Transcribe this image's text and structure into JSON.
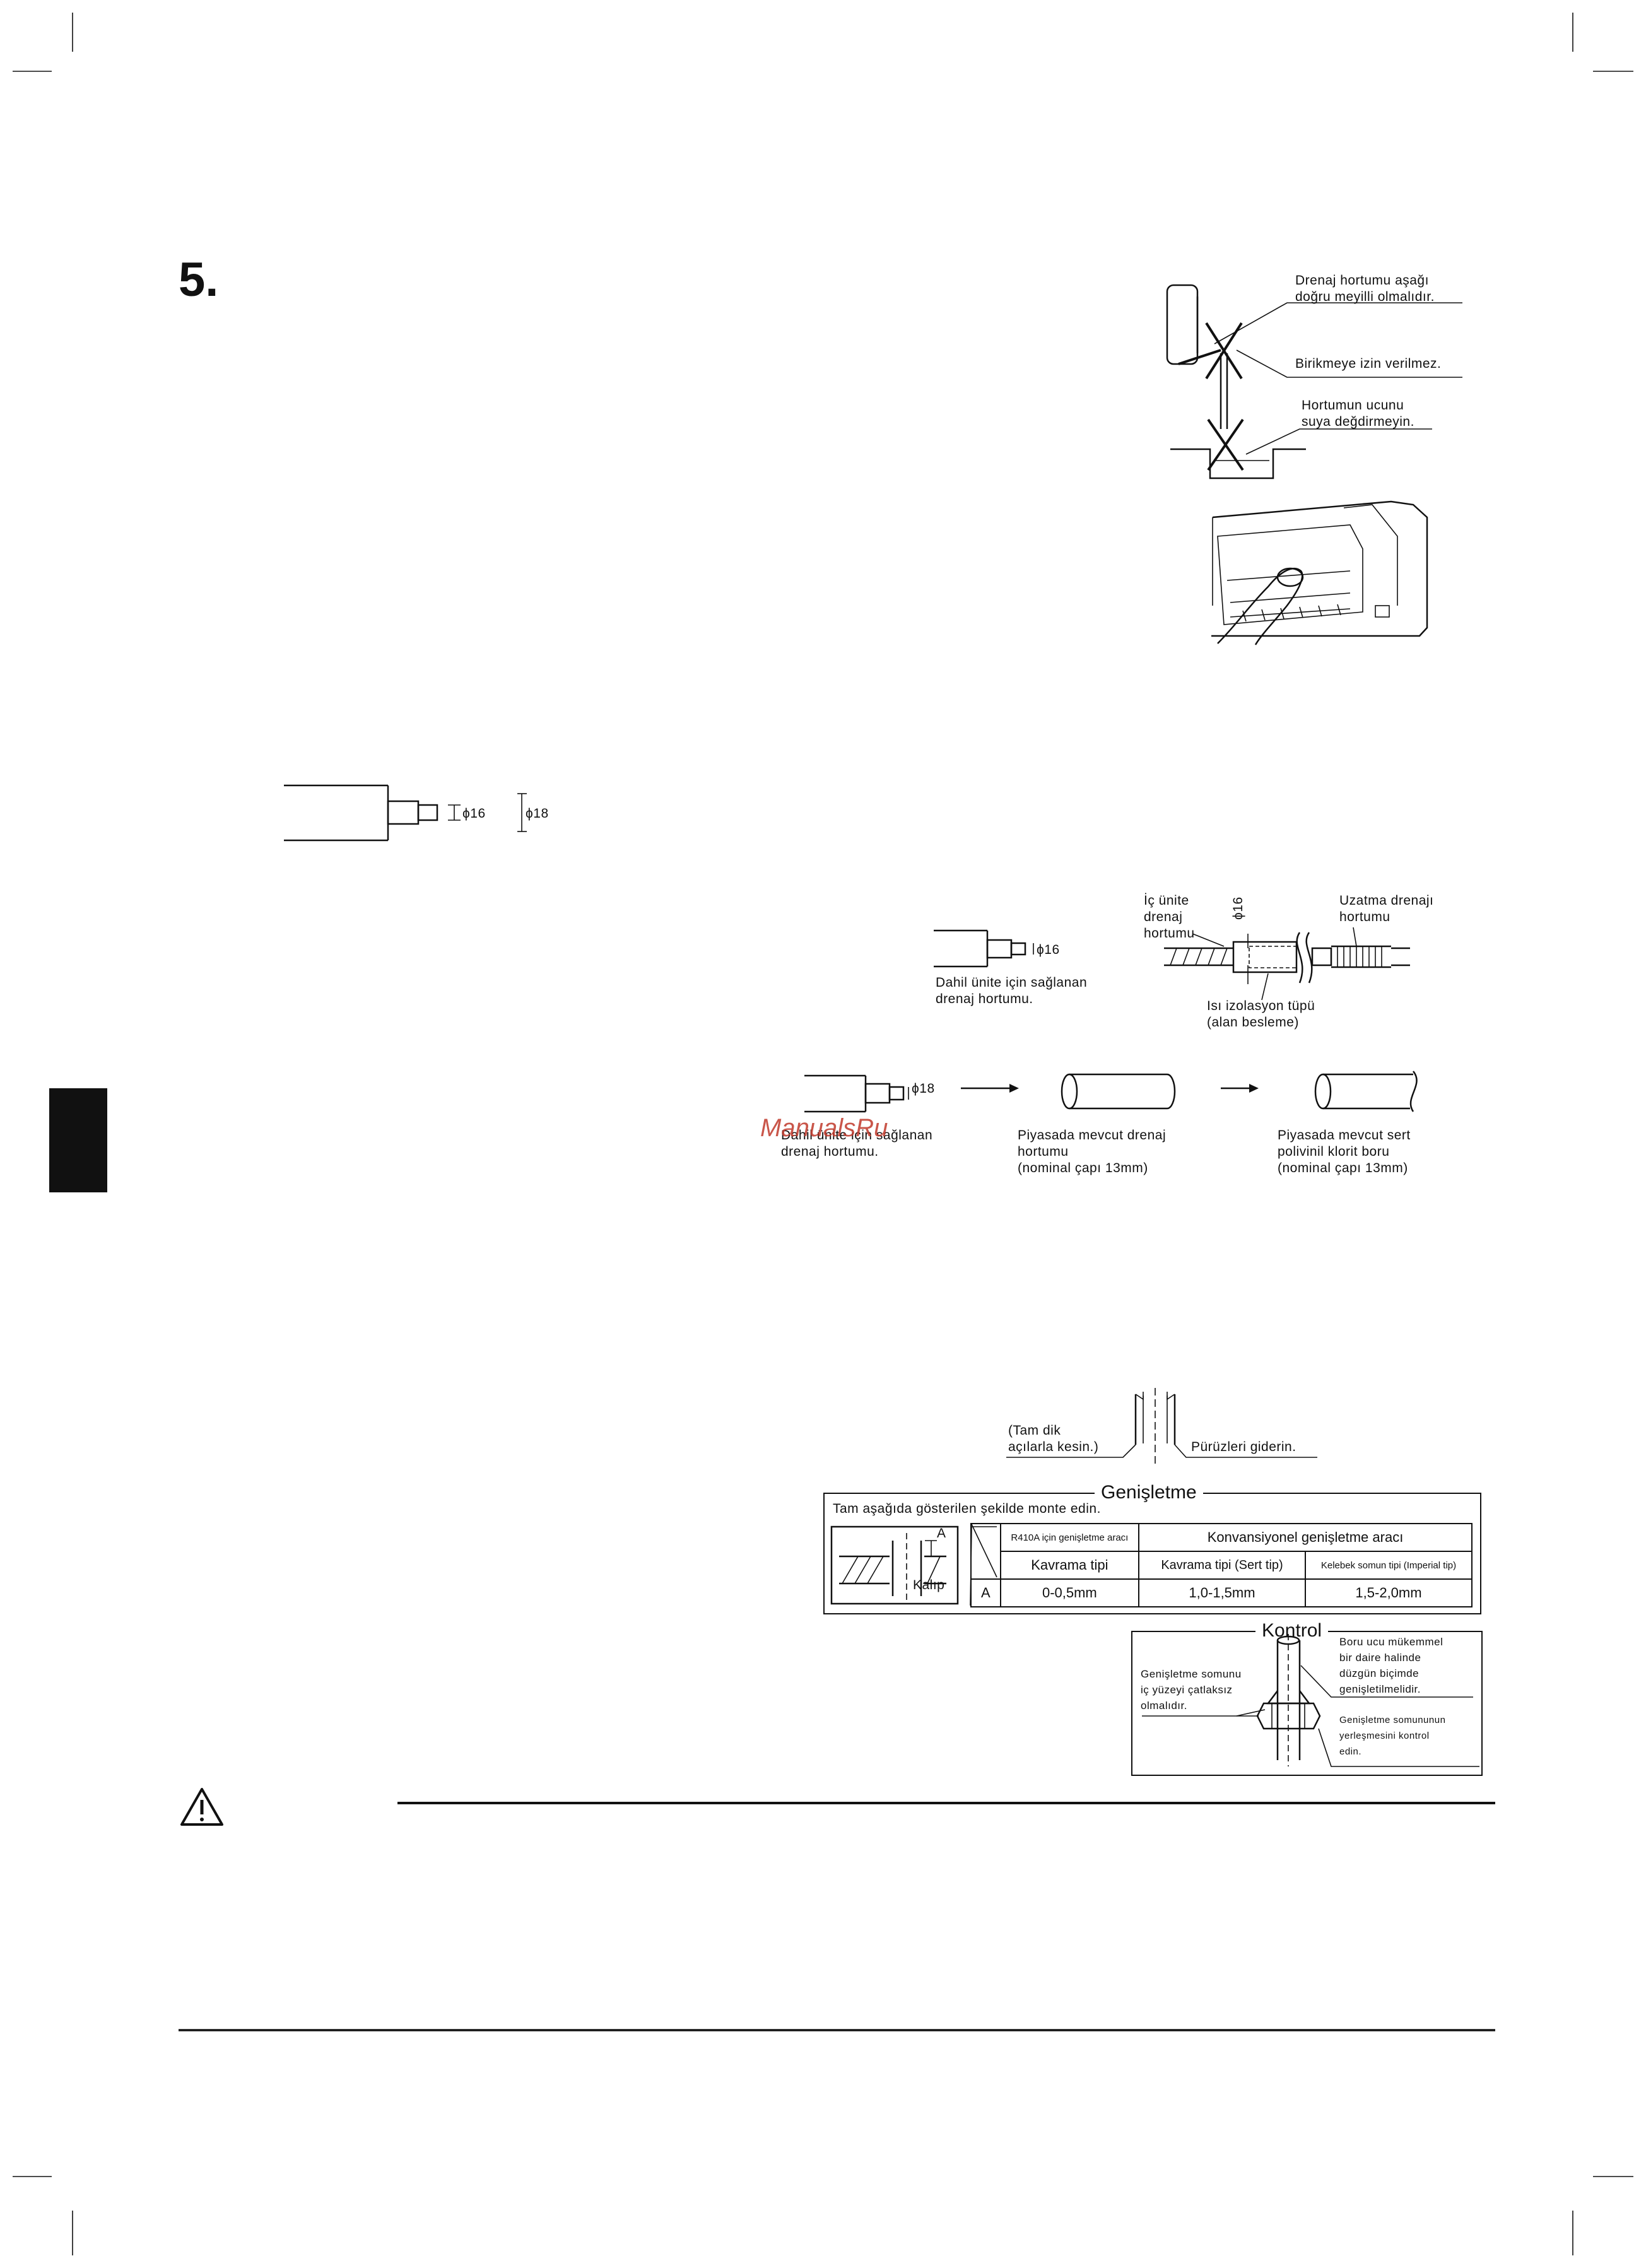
{
  "section_number": "5.",
  "watermark": "ManualsRu",
  "drain_figure": {
    "slope_note_1": "Drenaj hortumu aşağı",
    "slope_note_2": "doğru meyilli olmalıdır.",
    "no_trap_note": "Birikmeye izin verilmez.",
    "water_note_1": "Hortumun ucunu",
    "water_note_2": "suya değdirmeyin."
  },
  "hose_dims": {
    "d16": "ϕ16",
    "d18": "ϕ18"
  },
  "extension_figure": {
    "indoor_1": "İç ünite",
    "indoor_2": "drenaj",
    "indoor_3": "hortumu",
    "d16": "ϕ16",
    "extension_1": "Uzatma drenajı",
    "extension_2": "hortumu",
    "insulation_1": "Isı izolasyon tüpü",
    "insulation_2": "(alan besleme)",
    "supplied_1": "Dahil ünite için sağlanan",
    "supplied_2": "drenaj hortumu.",
    "supplied_d16": "ϕ16"
  },
  "conversion_figure": {
    "d18": "ϕ18",
    "supplied_1": "Dahil ünite için sağlanan",
    "supplied_2": "drenaj hortumu.",
    "commercial_hose_1": "Piyasada mevcut drenaj",
    "commercial_hose_2": "hortumu",
    "commercial_hose_3": "(nominal çapı 13mm)",
    "pvc_1": "Piyasada mevcut sert",
    "pvc_2": "polivinil klorit boru",
    "pvc_3": "(nominal çapı 13mm)"
  },
  "cut_figure": {
    "cut_1": "(Tam dik",
    "cut_2": "açılarla kesin.)",
    "deburr": "Pürüzleri giderin."
  },
  "flare_box": {
    "title": "Genişletme",
    "instruction": "Tam aşağıda gösterilen şekilde monte edin.",
    "label_a": "A",
    "label_die": "Kalıp",
    "table": {
      "col_r410a": "R410A için genişletme aracı",
      "col_conventional": "Konvansiyonel genişletme aracı",
      "row_type": [
        "Kavrama tipi",
        "Kavrama tipi (Sert tip)",
        "Kelebek somun tipi (Imperial tip)"
      ],
      "row_a_label": "A",
      "row_a_values": [
        "0-0,5mm",
        "1,0-1,5mm",
        "1,5-2,0mm"
      ]
    }
  },
  "check_box": {
    "title": "Kontrol",
    "left_1": "Genişletme somunu",
    "left_2": "iç yüzeyi çatlaksız",
    "left_3": "olmalıdır.",
    "right_1": "Boru ucu mükemmel",
    "right_2": "bir daire halinde",
    "right_3": "düzgün biçimde",
    "right_4": "genişletilmelidir.",
    "right_5": "Genişletme somununun",
    "right_6": "yerleşmesini kontrol",
    "right_7": "edin."
  },
  "warning_icon": "warning-triangle-icon"
}
